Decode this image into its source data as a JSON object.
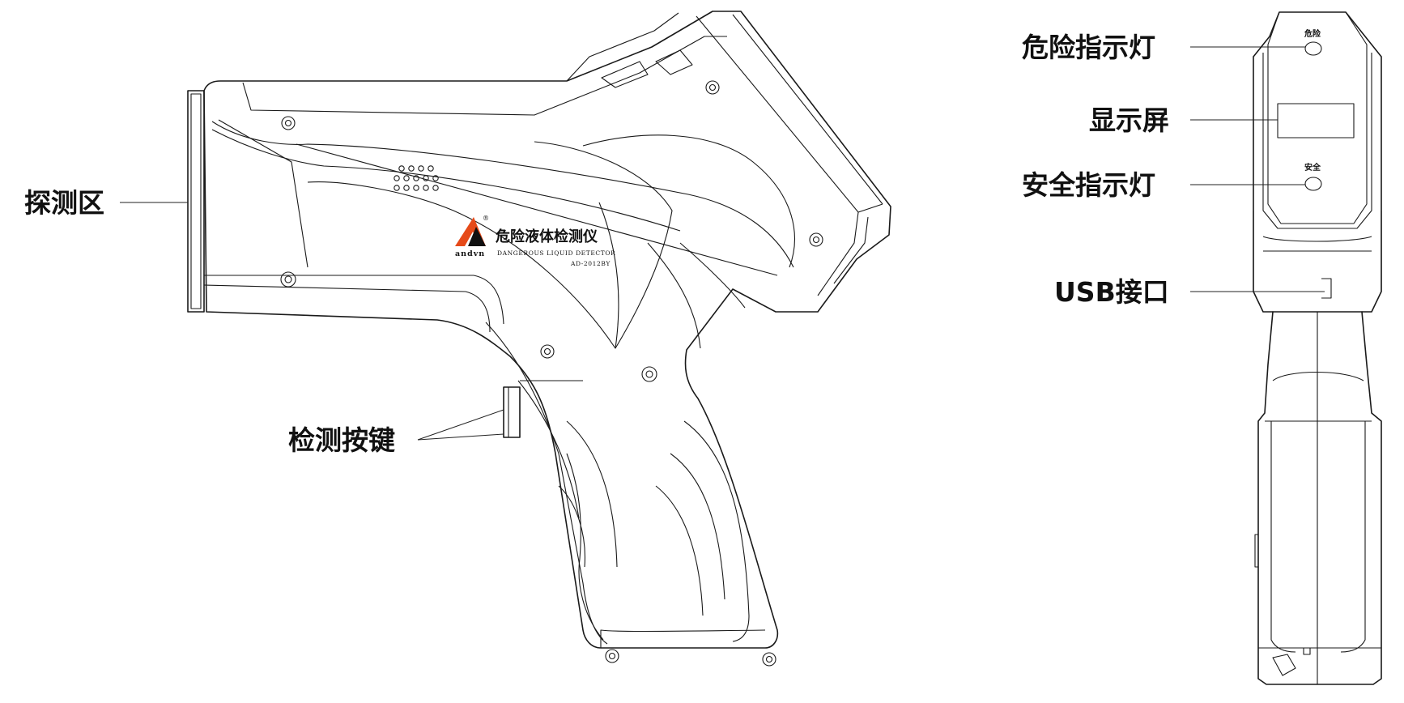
{
  "brand": {
    "name_cn": "危险液体检测仪",
    "name_en": "DANGEROUS LIQUID DETECTOR",
    "model": "AD-2012BY",
    "brand_mark": "andvn",
    "registered_mark": "®",
    "accent_color": "#e64a19"
  },
  "side_view": {
    "labels": {
      "detection_area": "探测区",
      "detect_button": "检测按键"
    }
  },
  "rear_view": {
    "labels": {
      "danger_light": "危险指示灯",
      "display": "显示屏",
      "safe_light": "安全指示灯",
      "usb_port": "USB接口"
    },
    "panel_text": {
      "danger": "危险",
      "safe": "安全"
    }
  }
}
